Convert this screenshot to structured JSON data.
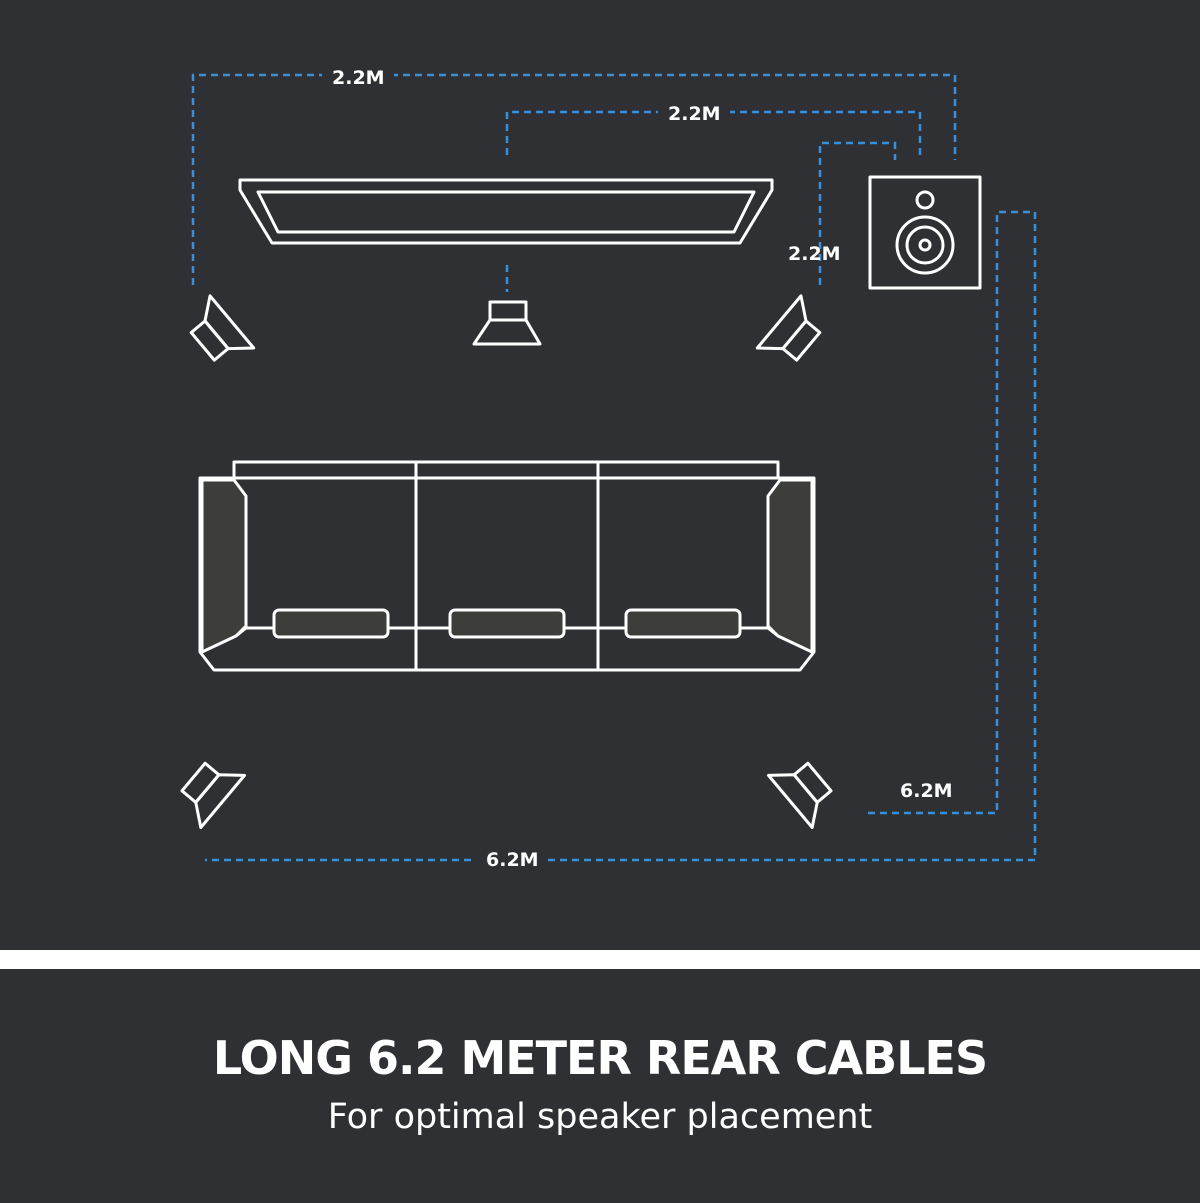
{
  "diagram": {
    "cable_labels": {
      "front_left": "2.2M",
      "center": "2.2M",
      "front_right": "2.2M",
      "rear_right": "6.2M",
      "rear_left": "6.2M"
    },
    "colors": {
      "background": "#2f3033",
      "cable": "#3a8fd6",
      "lines": "#ffffff",
      "sofa_fill": "#3d3e3b"
    }
  },
  "caption": {
    "headline": "LONG 6.2 METER REAR CABLES",
    "subline": "For optimal speaker placement"
  }
}
